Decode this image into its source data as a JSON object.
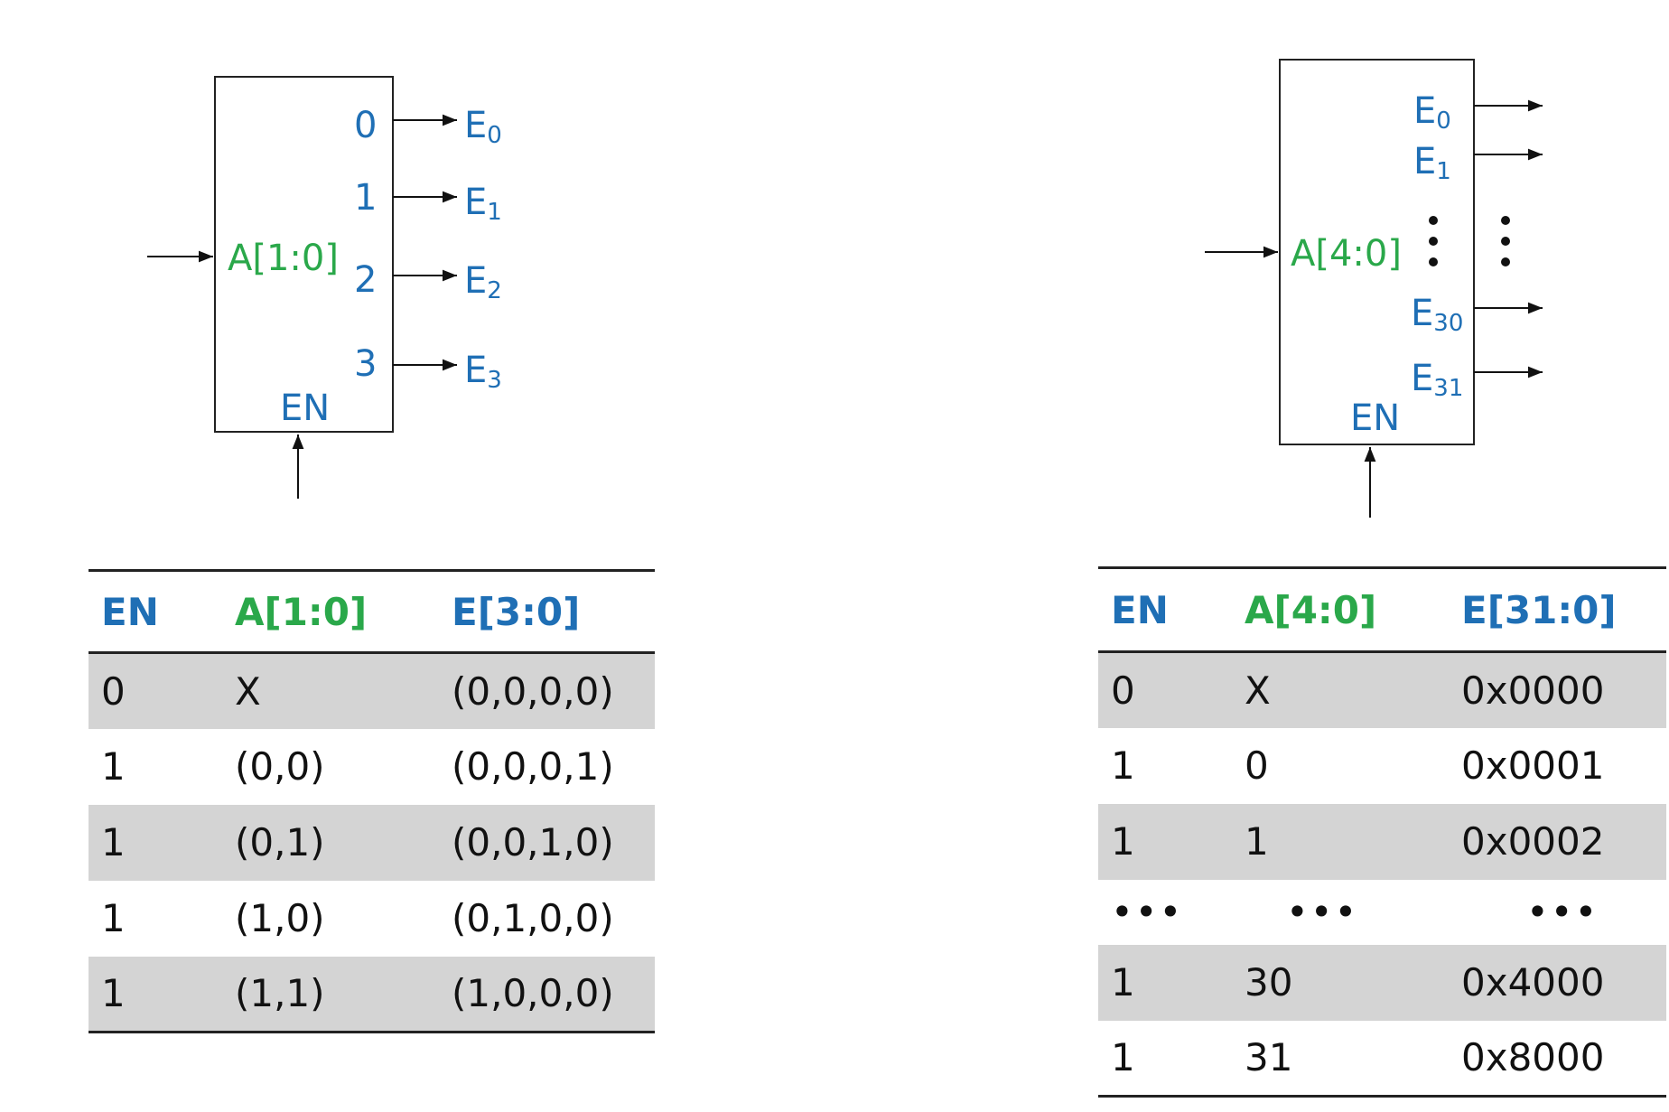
{
  "left": {
    "address": "A[1:0]",
    "enable": "EN",
    "output_indices": [
      "0",
      "1",
      "2",
      "3"
    ],
    "outputs": [
      {
        "base": "E",
        "sub": "0"
      },
      {
        "base": "E",
        "sub": "1"
      },
      {
        "base": "E",
        "sub": "2"
      },
      {
        "base": "E",
        "sub": "3"
      }
    ],
    "table": {
      "headers": [
        "EN",
        "A[1:0]",
        "E[3:0]"
      ],
      "rows": [
        [
          "0",
          "X",
          "(0,0,0,0)"
        ],
        [
          "1",
          "(0,0)",
          "(0,0,0,1)"
        ],
        [
          "1",
          "(0,1)",
          "(0,0,1,0)"
        ],
        [
          "1",
          "(1,0)",
          "(0,1,0,0)"
        ],
        [
          "1",
          "(1,1)",
          "(1,0,0,0)"
        ]
      ]
    }
  },
  "right": {
    "address": "A[4:0]",
    "enable": "EN",
    "outputs": [
      {
        "base": "E",
        "sub": "0"
      },
      {
        "base": "E",
        "sub": "1"
      },
      {
        "base": "E",
        "sub": "30"
      },
      {
        "base": "E",
        "sub": "31"
      }
    ],
    "table": {
      "headers": [
        "EN",
        "A[4:0]",
        "E[31:0]"
      ],
      "rows": [
        [
          "0",
          "X",
          "0x0000"
        ],
        [
          "1",
          "0",
          "0x0001"
        ],
        [
          "1",
          "1",
          "0x0002"
        ],
        [
          "•••",
          "•••",
          "•••"
        ],
        [
          "1",
          "30",
          "0x4000"
        ],
        [
          "1",
          "31",
          "0x8000"
        ]
      ]
    }
  },
  "colors": {
    "blue": "#1f6fb5",
    "green": "#2aa84a",
    "row_shade": "#d4d4d4"
  }
}
